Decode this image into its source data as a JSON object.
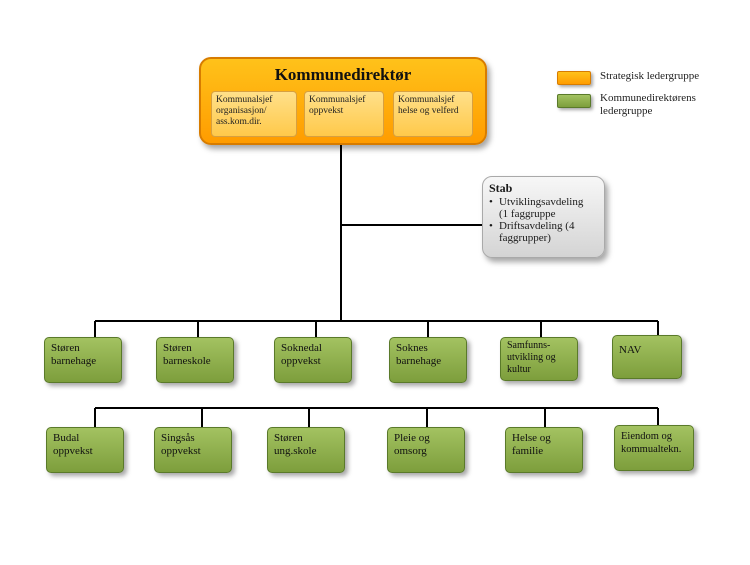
{
  "director": {
    "title": "Kommunedirektør",
    "subs": [
      [
        "Kommunalsjef",
        "organisasjon/",
        "ass.kom.dir."
      ],
      [
        "Kommunalsjef",
        "oppvekst"
      ],
      [
        "Kommunalsjef",
        "helse og velferd"
      ]
    ]
  },
  "stab": {
    "title": "Stab",
    "items": [
      [
        "Utviklingsavdeling",
        "(1 faggruppe"
      ],
      [
        "Driftsavdeling (4",
        "faggrupper)"
      ]
    ],
    "bullet": "•"
  },
  "units_row1": [
    [
      "Støren",
      "barnehage"
    ],
    [
      "Støren",
      "barneskole"
    ],
    [
      "Soknedal",
      "oppvekst"
    ],
    [
      "Soknes",
      "barnehage"
    ],
    [
      "Samfunns-",
      "utvikling og",
      "kultur"
    ],
    [
      "NAV"
    ]
  ],
  "units_row2": [
    [
      "Budal",
      "oppvekst"
    ],
    [
      "Singsås",
      "oppvekst"
    ],
    [
      "Støren",
      "ung.skole"
    ],
    [
      "Pleie og",
      "omsorg"
    ],
    [
      "Helse og",
      "familie"
    ],
    [
      "Eiendom og",
      "kommualtekn."
    ]
  ],
  "legend": [
    {
      "label": "Strategisk ledergruppe",
      "color": "#ffb000"
    },
    {
      "label": "Kommunedirektørens ledergruppe",
      "color": "#8fb04d"
    }
  ]
}
